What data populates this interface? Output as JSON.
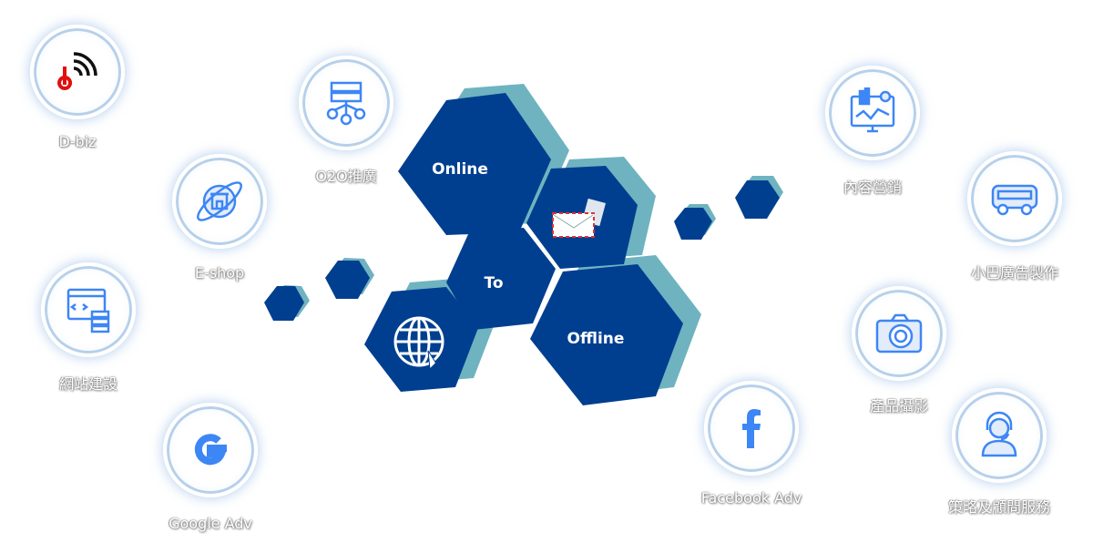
{
  "center": {
    "online": "Online",
    "to": "To",
    "offline": "Offline"
  },
  "services": [
    {
      "label": "D-biz",
      "icon": "d-biz-logo-icon"
    },
    {
      "label": "O2O推廣",
      "icon": "server-network-icon"
    },
    {
      "label": "E-shop",
      "icon": "shop-planet-icon"
    },
    {
      "label": "網站建設",
      "icon": "website-code-icon"
    },
    {
      "label": "Google Adv",
      "icon": "google-icon"
    },
    {
      "label": "內容營銷",
      "icon": "analytics-monitor-icon"
    },
    {
      "label": "小巴廣告製作",
      "icon": "minibus-icon"
    },
    {
      "label": "產品攝影",
      "icon": "camera-icon"
    },
    {
      "label": "Facebook Adv",
      "icon": "facebook-icon"
    },
    {
      "label": "策略及顧問服務",
      "icon": "consultant-icon"
    }
  ],
  "colors": {
    "hex": "#003f8f",
    "hex_shadow": "#6fb3c0",
    "icon_blue": "#3d86f5"
  }
}
